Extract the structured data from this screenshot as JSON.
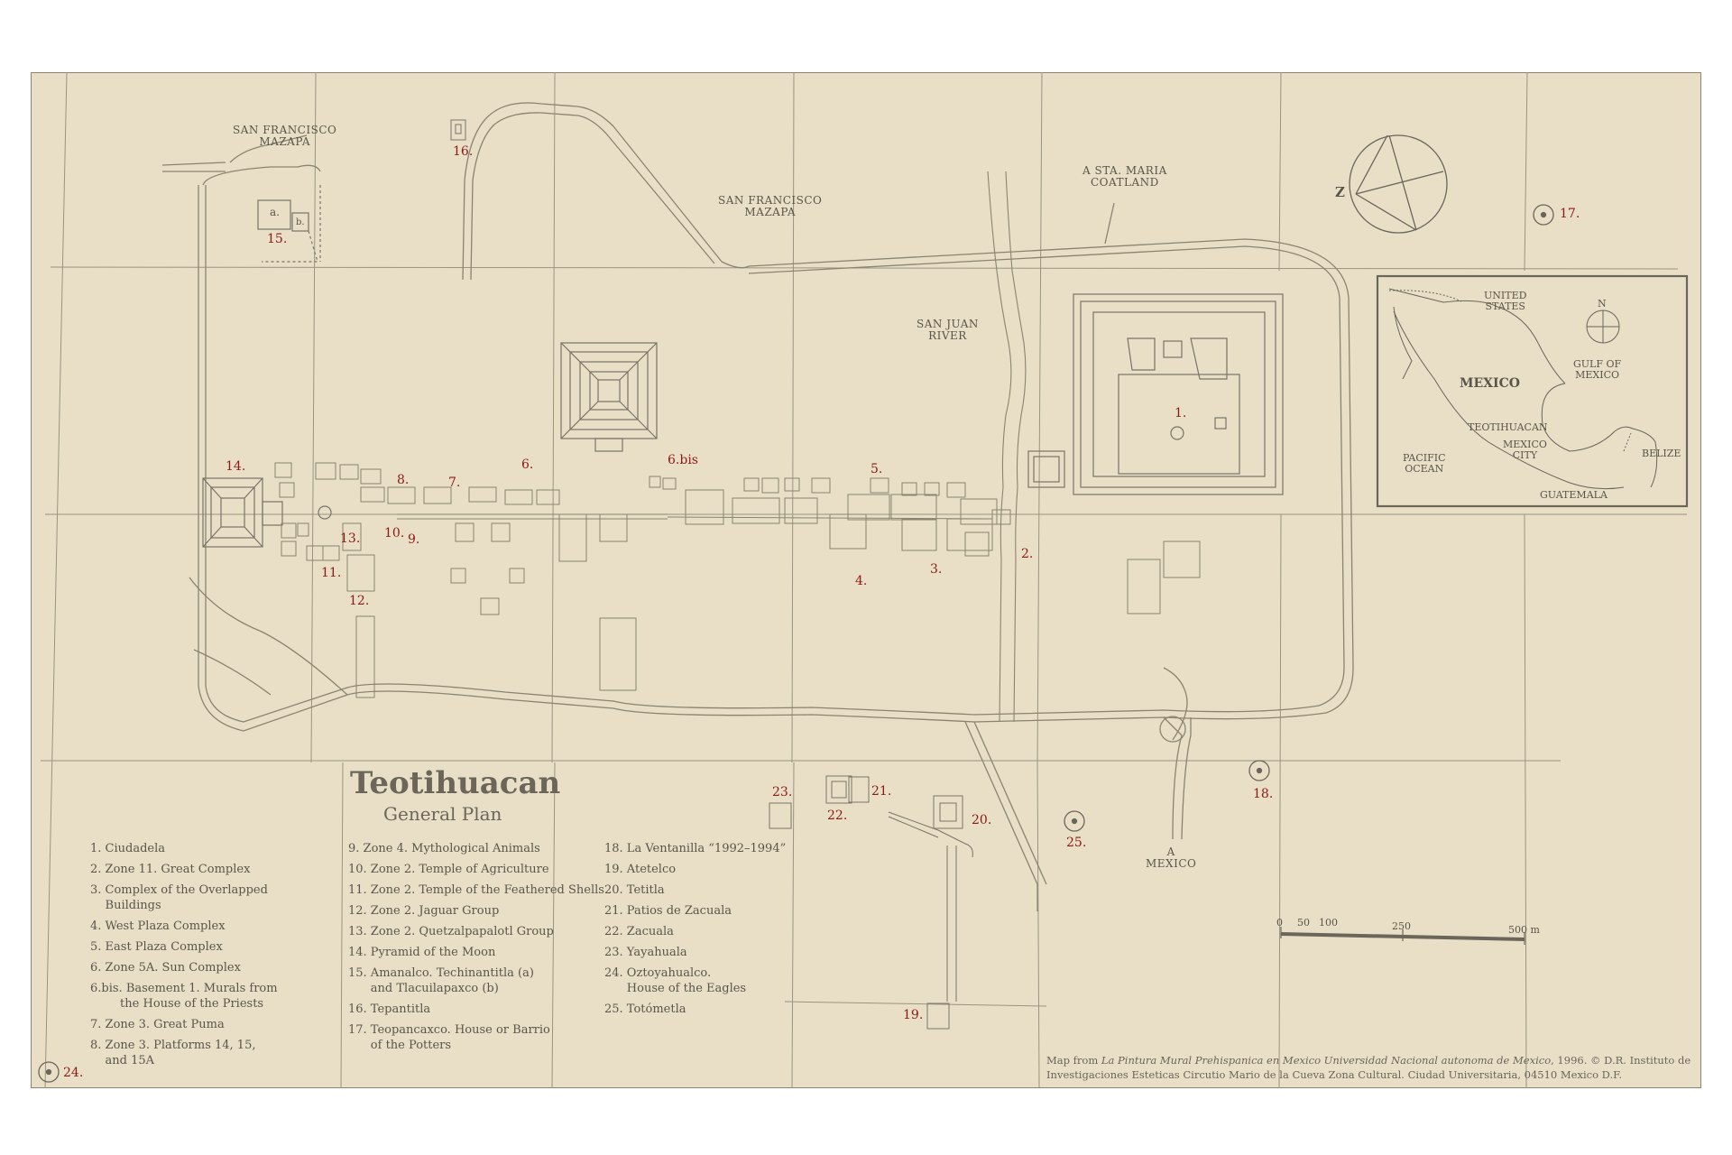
{
  "title": "Teotihuacan",
  "subtitle": "General Plan",
  "place_labels": {
    "san_francisco_mazapa_1": "SAN FRANCISCO\nMAZAPA",
    "san_francisco_mazapa_2": "SAN FRANCISCO\nMAZAPA",
    "a_sta_maria": "A STA. MARIA\nCOATLAND",
    "san_juan_river": "SAN JUAN\nRIVER",
    "a_mexico": "A\nMEXICO"
  },
  "compass_letter": "Z",
  "map_markers": {
    "m1": "1.",
    "m2": "2.",
    "m3": "3.",
    "m4": "4.",
    "m5": "5.",
    "m6": "6.",
    "m6bis": "6.bis",
    "m7": "7.",
    "m8": "8.",
    "m9": "9.",
    "m10": "10.",
    "m11": "11.",
    "m12": "12.",
    "m13": "13.",
    "m14": "14.",
    "m15": "15.",
    "m15a": "a.",
    "m15b": "b.",
    "m16": "16.",
    "m17": "17.",
    "m18": "18.",
    "m19": "19.",
    "m20": "20.",
    "m21": "21.",
    "m22": "22.",
    "m23": "23.",
    "m24": "24.",
    "m25": "25."
  },
  "legend": {
    "col1": [
      "1. Ciudadela",
      "2. Zone 11. Great Complex",
      "3. Complex of the Overlapped\n    Buildings",
      "4. West Plaza Complex",
      "5. East Plaza Complex",
      "6. Zone 5A. Sun Complex",
      "6.bis. Basement 1. Murals from\n        the House of the Priests",
      "7. Zone 3. Great Puma",
      "8. Zone 3. Platforms 14, 15,\n    and 15A"
    ],
    "col2": [
      "9. Zone 4. Mythological Animals",
      "10. Zone 2. Temple of Agriculture",
      "11. Zone 2. Temple of the Feathered Shells",
      "12. Zone 2. Jaguar Group",
      "13. Zone 2. Quetzalpapalotl Group",
      "14. Pyramid of the Moon",
      "15. Amanalco. Techinantitla (a)\n      and Tlacuilapaxco (b)",
      "16. Tepantitla",
      "17. Teopancaxco. House or Barrio\n      of the Potters"
    ],
    "col3": [
      "18. La Ventanilla “1992–1994”",
      "19. Atetelco",
      "20. Tetitla",
      "21. Patios de Zacuala",
      "22. Zacuala",
      "23. Yayahuala",
      "24. Oztoyahualco.\n      House of the Eagles",
      "25. Totómetla"
    ]
  },
  "scale": {
    "ticks": [
      "0",
      "50",
      "100",
      "250",
      "500 m"
    ]
  },
  "inset": {
    "united_states": "UNITED\nSTATES",
    "mexico": "MEXICO",
    "gulf": "GULF OF\nMEXICO",
    "teotihuacan": "TEOTIHUACAN",
    "mexico_city": "MEXICO\nCITY",
    "pacific": "PACIFIC\nOCEAN",
    "belize": "BELIZE",
    "guatemala": "GUATEMALA",
    "north": "N"
  },
  "credit": {
    "prefix": "Map from ",
    "source_title": "La Pintura Mural Prehispanica en Mexico Universidad Nacional autonoma de Mexico",
    "suffix": ", 1996. © D.R. Instituto de Investigaciones Esteticas Circutio Mario de la Cueva Zona Cultural. Ciudad Universitaria, 04510 Mexico D.F."
  },
  "colors": {
    "paper": "#e8dfc6",
    "line": "#8a8470",
    "marker": "#8b1a1a",
    "text": "#5a5548"
  }
}
